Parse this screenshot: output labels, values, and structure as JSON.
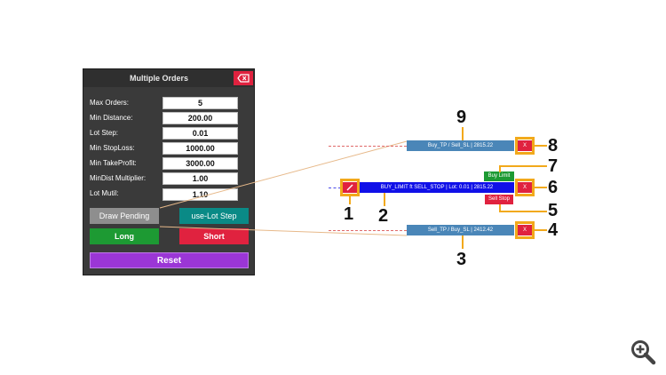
{
  "panel": {
    "title": "Multiple Orders",
    "close_icon": "backspace-x-icon",
    "fields": [
      {
        "label": "Max Orders:",
        "value": "5"
      },
      {
        "label": "Min Distance:",
        "value": "200.00"
      },
      {
        "label": "Lot Step:",
        "value": "0.01"
      },
      {
        "label": "Min StopLoss:",
        "value": "1000.00"
      },
      {
        "label": "Min TakeProfit:",
        "value": "3000.00"
      },
      {
        "label": "MinDist Multiplier:",
        "value": "1.00"
      },
      {
        "label": "Lot Mutil:",
        "value": "1.10"
      }
    ],
    "buttons": {
      "draw_pending": "Draw Pending",
      "use_lot_step": "use-Lot Step",
      "long": "Long",
      "short": "Short",
      "reset": "Reset"
    }
  },
  "chart": {
    "tp_label": "Buy_TP / Sell_SL | 2815.22",
    "entry_label": "BUY_LIMIT ft SELL_STOP | Lot: 0.01 | 2815.22",
    "sl_label": "Sell_TP / Buy_SL | 2412.42",
    "close_x": "X",
    "buy_limit": "Buy Limit",
    "sell_stop": "Sell Stop",
    "callouts": [
      "1",
      "2",
      "3",
      "4",
      "5",
      "6",
      "7",
      "8",
      "9"
    ]
  },
  "colors": {
    "panel_bg": "#3a3a3a",
    "close_red": "#e0223f",
    "teal": "#0a8a86",
    "green": "#1d9a33",
    "purple": "#9b36d6",
    "entry_blue": "#1010e8",
    "level_steel": "#4a86b8",
    "highlight_orange": "#f2a91b"
  },
  "zoom_icon": "zoom-in-icon"
}
